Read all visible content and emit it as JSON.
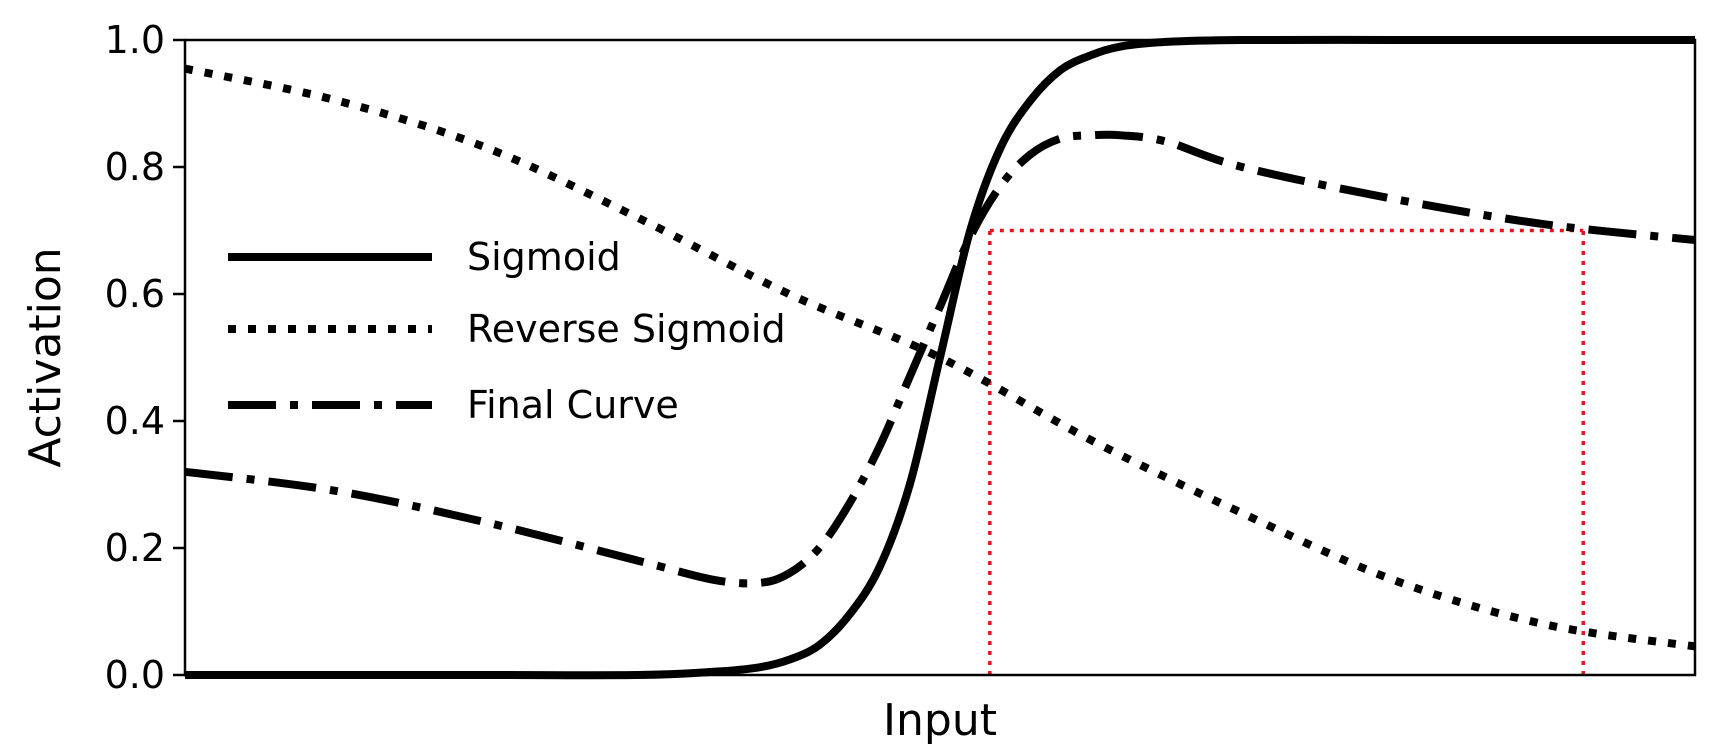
{
  "chart_data": {
    "type": "line",
    "xlabel": "Input",
    "ylabel": "Activation",
    "xlim": [
      0,
      1
    ],
    "ylim": [
      0,
      1
    ],
    "yticks": [
      {
        "value": 0.0,
        "label": "0.0"
      },
      {
        "value": 0.2,
        "label": "0.2"
      },
      {
        "value": 0.4,
        "label": "0.4"
      },
      {
        "value": 0.6,
        "label": "0.6"
      },
      {
        "value": 0.8,
        "label": "0.8"
      },
      {
        "value": 1.0,
        "label": "1.0"
      }
    ],
    "grid": false,
    "legend": "center-left",
    "series": [
      {
        "name": "Sigmoid",
        "style": "solid",
        "color": "#000000",
        "x": [
          0.0,
          0.1,
          0.2,
          0.3,
          0.35,
          0.38,
          0.4,
          0.42,
          0.44,
          0.46,
          0.48,
          0.5,
          0.52,
          0.54,
          0.56,
          0.58,
          0.6,
          0.62,
          0.65,
          0.7,
          0.8,
          0.9,
          1.0
        ],
        "y": [
          0.0,
          0.0,
          0.0,
          0.0,
          0.005,
          0.012,
          0.024,
          0.047,
          0.095,
          0.17,
          0.3,
          0.5,
          0.7,
          0.83,
          0.905,
          0.953,
          0.976,
          0.99,
          0.997,
          1.0,
          1.0,
          1.0,
          1.0
        ]
      },
      {
        "name": "Reverse Sigmoid",
        "style": "dotted",
        "color": "#000000",
        "x": [
          0.0,
          0.1,
          0.2,
          0.3,
          0.4,
          0.5,
          0.6,
          0.7,
          0.8,
          0.9,
          1.0
        ],
        "y": [
          0.955,
          0.905,
          0.83,
          0.72,
          0.6,
          0.5,
          0.37,
          0.255,
          0.15,
          0.08,
          0.045
        ]
      },
      {
        "name": "Final Curve",
        "style": "dashdot",
        "color": "#000000",
        "x": [
          0.0,
          0.1,
          0.2,
          0.3,
          0.35,
          0.38,
          0.4,
          0.42,
          0.44,
          0.46,
          0.48,
          0.5,
          0.52,
          0.54,
          0.56,
          0.58,
          0.6,
          0.62,
          0.65,
          0.7,
          0.8,
          0.9,
          1.0
        ],
        "y": [
          0.32,
          0.29,
          0.24,
          0.18,
          0.15,
          0.145,
          0.16,
          0.2,
          0.27,
          0.36,
          0.47,
          0.58,
          0.69,
          0.77,
          0.82,
          0.845,
          0.85,
          0.85,
          0.84,
          0.8,
          0.75,
          0.71,
          0.685
        ]
      }
    ],
    "annotations": [
      {
        "type": "vline",
        "x": 0.533,
        "y0": 0.0,
        "y1": 0.7,
        "color": "#e8141c",
        "style": "dotted"
      },
      {
        "type": "vline",
        "x": 0.926,
        "y0": 0.0,
        "y1": 0.7,
        "color": "#e8141c",
        "style": "dotted"
      },
      {
        "type": "hline",
        "y": 0.7,
        "x0": 0.533,
        "x1": 0.926,
        "color": "#e8141c",
        "style": "dotted"
      }
    ]
  }
}
